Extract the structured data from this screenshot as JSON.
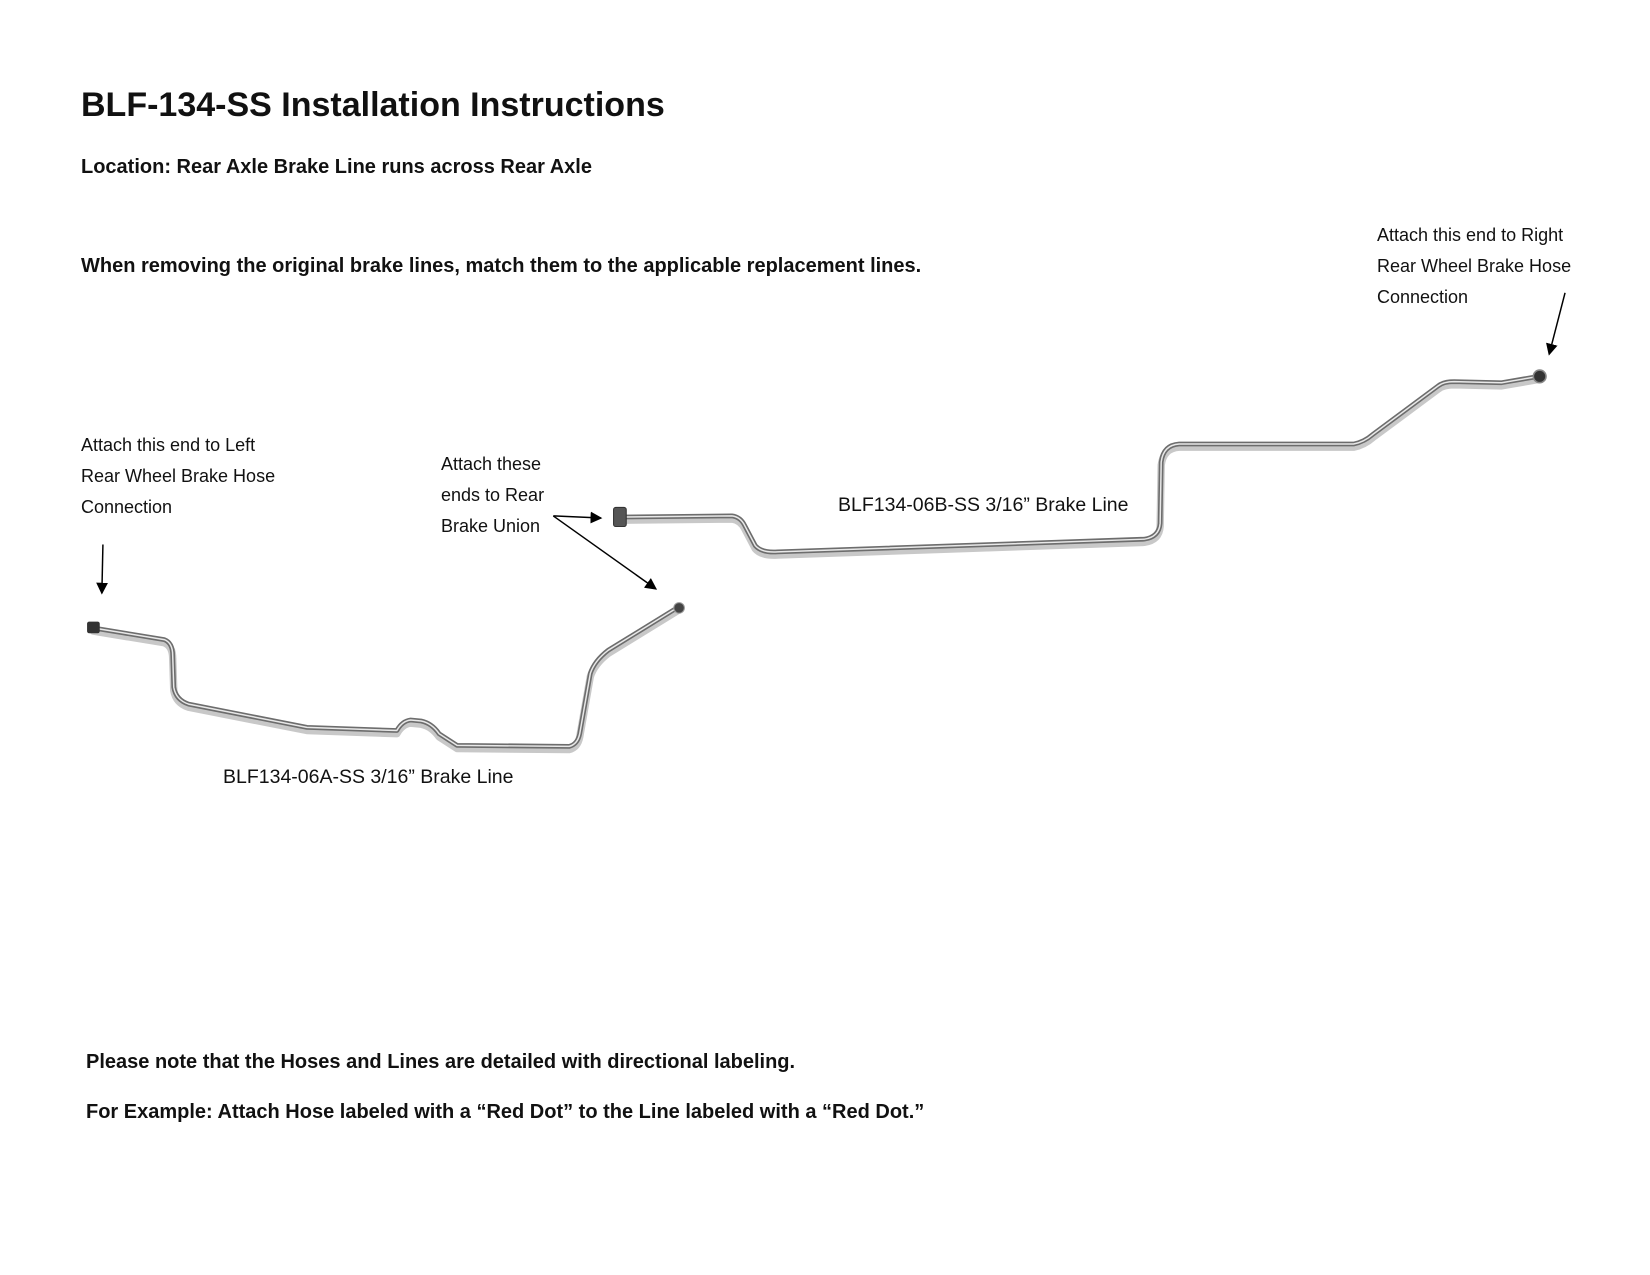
{
  "title": "BLF-134-SS Installation Instructions",
  "location": "Location: Rear Axle Brake Line runs across Rear Axle",
  "intro": "When removing the original brake lines, match them to the applicable replacement lines.",
  "annotations": {
    "left": [
      "Attach this end to Left",
      "Rear Wheel Brake Hose",
      "Connection"
    ],
    "union": [
      "Attach these",
      "ends to Rear",
      "Brake Union"
    ],
    "right": [
      "Attach this end to Right",
      "Rear Wheel Brake Hose",
      "Connection"
    ]
  },
  "lines": {
    "a_label": "BLF134-06A-SS 3/16” Brake Line",
    "b_label": "BLF134-06B-SS 3/16” Brake Line"
  },
  "footer": {
    "note": "Please note that the Hoses and Lines are detailed with directional labeling.",
    "example": "For Example: Attach Hose labeled with a “Red Dot” to the Line labeled with a “Red Dot.”"
  }
}
